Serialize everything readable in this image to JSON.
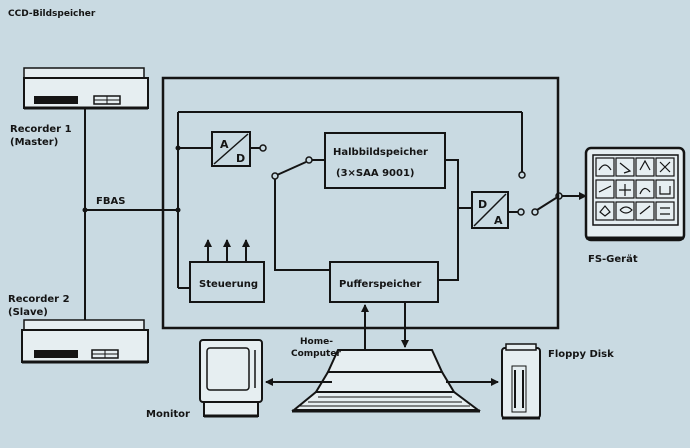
{
  "title": "CCD-Bildspeicher",
  "labels": {
    "recorder1_line1": "Recorder 1",
    "recorder1_line2": "(Master)",
    "recorder2_line1": "Recorder 2",
    "recorder2_line2": "(Slave)",
    "fbas": "FBAS",
    "ad_top": "A",
    "ad_bottom": "D",
    "halbbild_line1": "Halbbildspeicher",
    "halbbild_line2": "(3×SAA 9001)",
    "da_top": "D",
    "da_bottom": "A",
    "steuerung": "Steuerung",
    "pufferspeicher": "Pufferspeicher",
    "fs_geraet": "FS-Gerät",
    "home_computer_line1": "Home-",
    "home_computer_line2": "Computer",
    "floppy": "Floppy Disk",
    "monitor": "Monitor"
  },
  "colors": {
    "background": "#c9dae2",
    "ink": "#141414",
    "device_face": "#e6eef1"
  }
}
